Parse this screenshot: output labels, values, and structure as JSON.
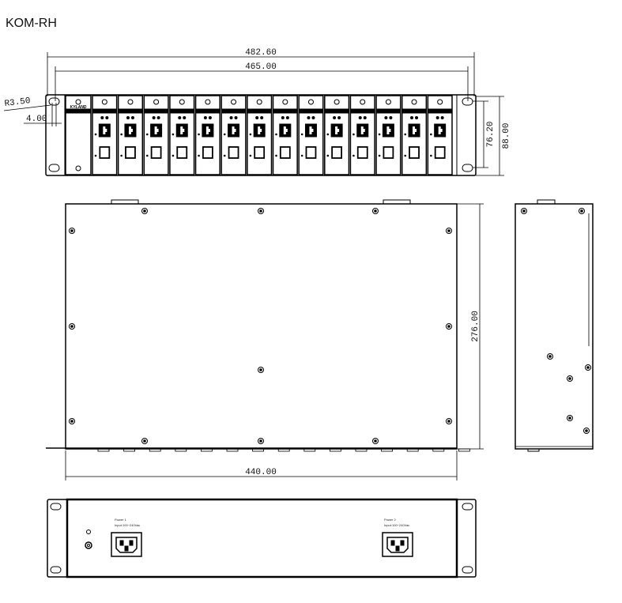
{
  "title": "KOM-RH",
  "front_view": {
    "brand_label": "KYLAND",
    "slot_count": 14,
    "dimensions": {
      "overall_width": "482.60",
      "mount_hole_spacing": "465.00",
      "hole_radius": "R3.50",
      "hole_offset": "4.00",
      "hole_vertical_spacing": "76.20",
      "overall_height": "88.00"
    }
  },
  "top_view": {
    "dimensions": {
      "depth": "276.00",
      "body_width": "440.00"
    }
  },
  "rear_view": {
    "power1": {
      "label": "Power 1",
      "input": "Input:100~240Vac"
    },
    "power2": {
      "label": "Power 2",
      "input": "Input:100~240Vac"
    }
  }
}
